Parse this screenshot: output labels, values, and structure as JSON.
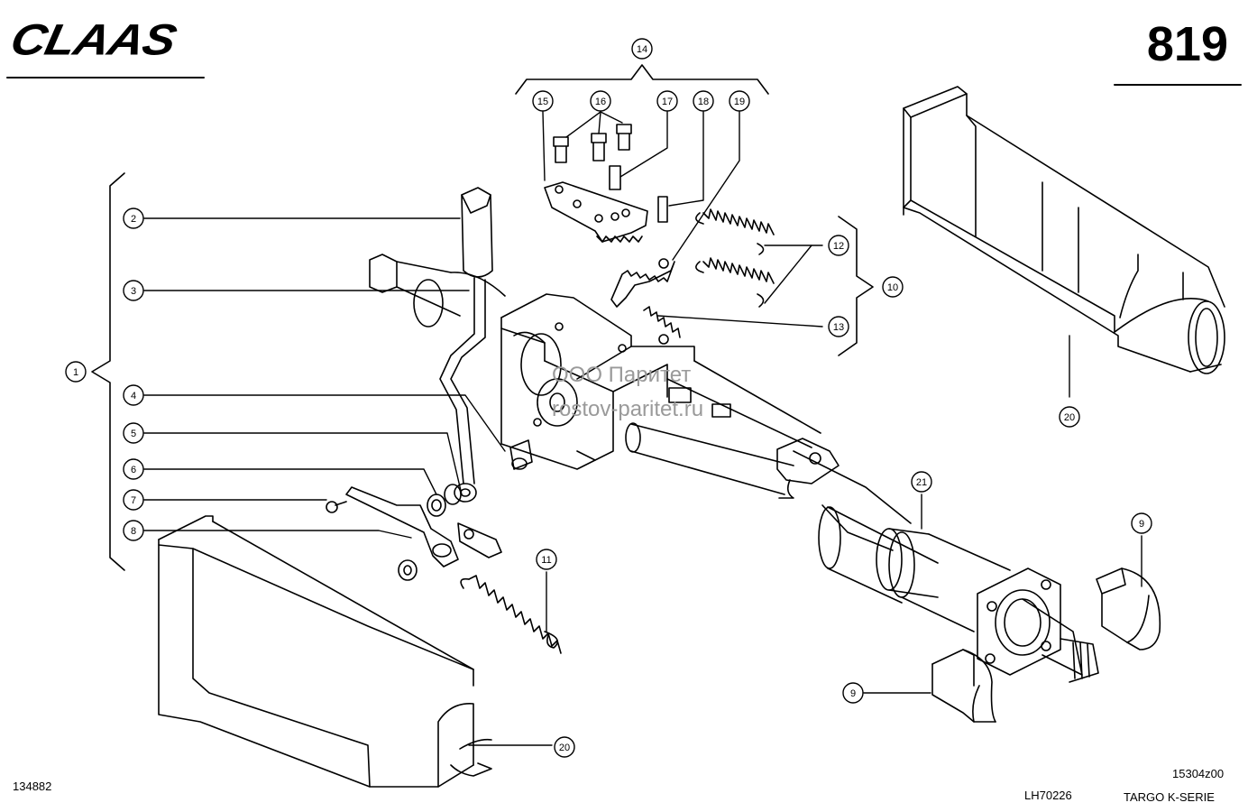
{
  "header": {
    "brand": "CLAAS",
    "page_number": "819"
  },
  "footer": {
    "left_code": "134882",
    "doc_code": "15304z00",
    "drawing_code": "LH70226",
    "series": "TARGO K-SERIE"
  },
  "watermark": {
    "line1": "ООО Паритет",
    "line2": "rostov-paritet.ru"
  },
  "callouts": [
    {
      "id": "1",
      "label": "1"
    },
    {
      "id": "2",
      "label": "2"
    },
    {
      "id": "3",
      "label": "3"
    },
    {
      "id": "4",
      "label": "4"
    },
    {
      "id": "5",
      "label": "5"
    },
    {
      "id": "6",
      "label": "6"
    },
    {
      "id": "7",
      "label": "7"
    },
    {
      "id": "8",
      "label": "8"
    },
    {
      "id": "9a",
      "label": "9"
    },
    {
      "id": "9b",
      "label": "9"
    },
    {
      "id": "10",
      "label": "10"
    },
    {
      "id": "11",
      "label": "11"
    },
    {
      "id": "12",
      "label": "12"
    },
    {
      "id": "13",
      "label": "13"
    },
    {
      "id": "14",
      "label": "14"
    },
    {
      "id": "15",
      "label": "15"
    },
    {
      "id": "16",
      "label": "16"
    },
    {
      "id": "17",
      "label": "17"
    },
    {
      "id": "18",
      "label": "18"
    },
    {
      "id": "19",
      "label": "19"
    },
    {
      "id": "20a",
      "label": "20"
    },
    {
      "id": "20b",
      "label": "20"
    },
    {
      "id": "21",
      "label": "21"
    }
  ],
  "colors": {
    "ink": "#000000",
    "watermark": "#9a9a9a",
    "background": "#ffffff"
  }
}
